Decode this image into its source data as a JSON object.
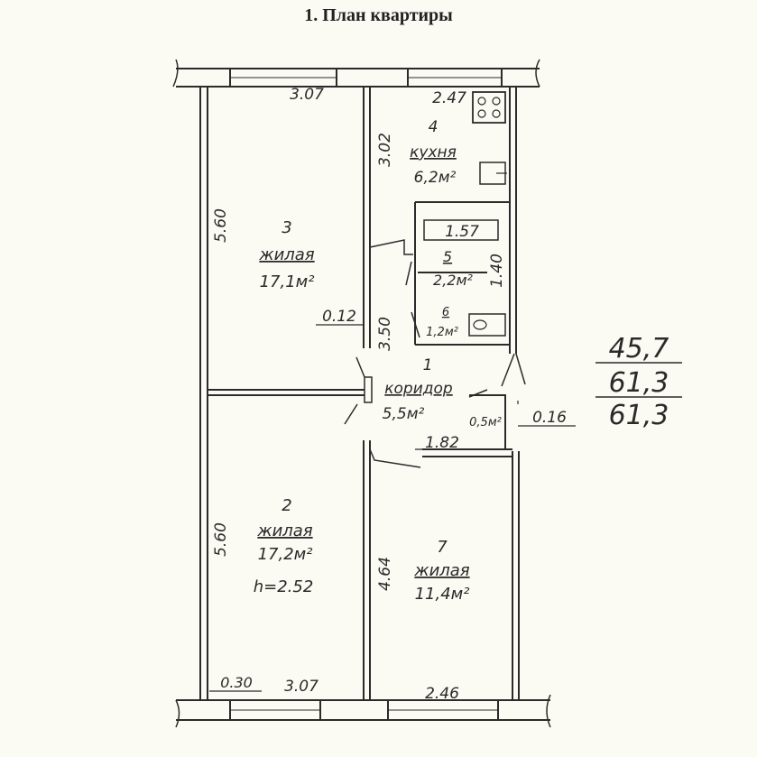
{
  "title": "1. План квартиры",
  "rooms": [
    {
      "id": "kitchen",
      "number": "4",
      "name": "кухня",
      "area": "6,2м²"
    },
    {
      "id": "room3",
      "number": "3",
      "name": "жилая",
      "area": "17,1м²"
    },
    {
      "id": "bath5",
      "number": "5",
      "area": "2,2м²"
    },
    {
      "id": "wc6",
      "number": "6",
      "area": "1,2м²"
    },
    {
      "id": "corridor",
      "number": "1",
      "name": "коридор",
      "area": "5,5м²"
    },
    {
      "id": "closet",
      "area": "0,5м²"
    },
    {
      "id": "room2",
      "number": "2",
      "name": "жилая",
      "area": "17,2м²",
      "height": "h=2.52"
    },
    {
      "id": "room7",
      "number": "7",
      "name": "жилая",
      "area": "11,4м²"
    }
  ],
  "dimensions": {
    "top_left_width": "3.07",
    "kitchen_width": "2.47",
    "room3_length": "5.60",
    "kitchen_length": "3.02",
    "bath_width": "1.57",
    "bath_length": "1.40",
    "wall_thickness": "0.12",
    "corridor_length": "3.50",
    "closet_wall": "0.16",
    "corridor_width": "1.82",
    "room2_length": "5.60",
    "room7_length": "4.64",
    "outer_wall": "0.30",
    "bottom_left_width": "3.07",
    "bottom_right_width": "2.46"
  },
  "totals": {
    "living": "45,7",
    "total": "61,3",
    "general": "61,3"
  }
}
